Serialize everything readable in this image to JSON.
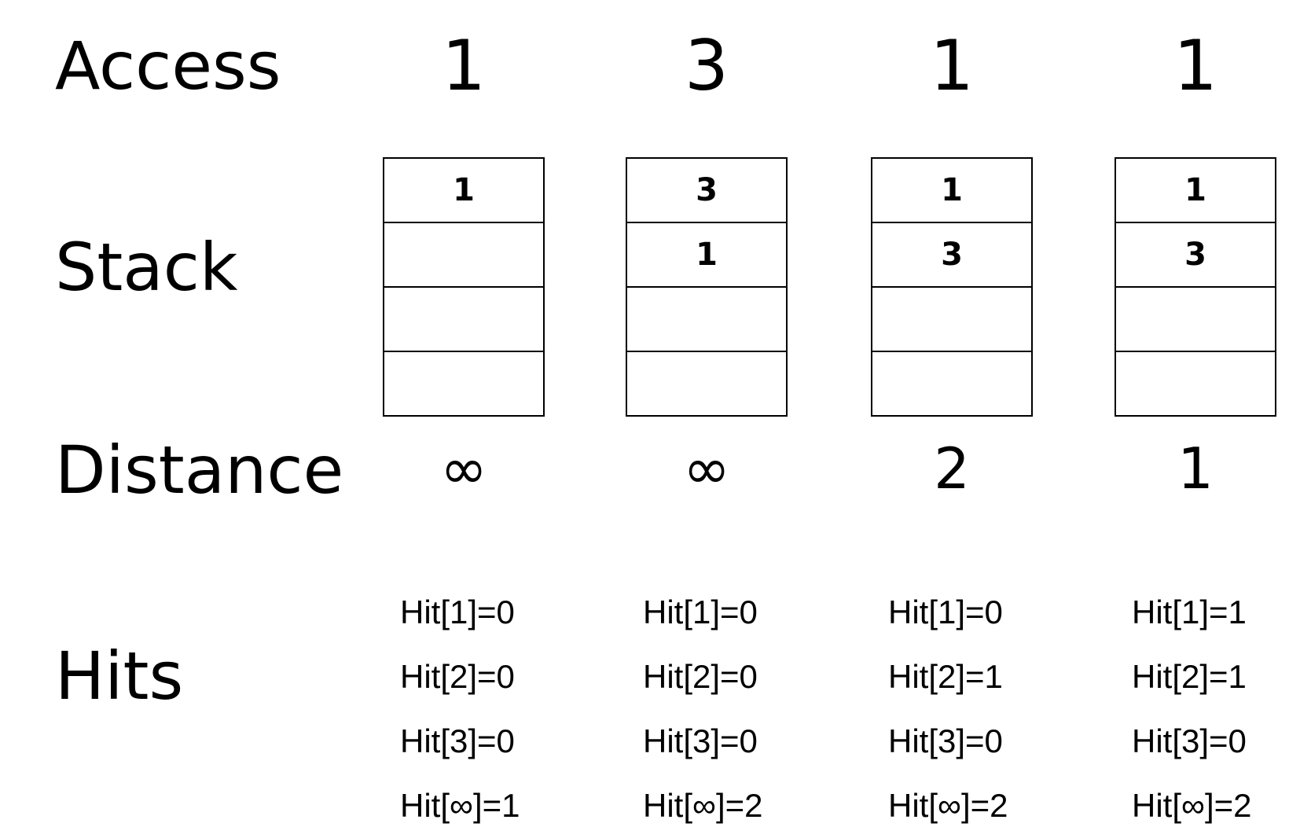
{
  "labels": {
    "access": "Access",
    "stack": "Stack",
    "distance": "Distance",
    "hits": "Hits"
  },
  "columns": [
    {
      "access": "1",
      "stack": [
        "1",
        "",
        "",
        ""
      ],
      "distance": "∞",
      "hits": [
        "Hit[1]=0",
        "Hit[2]=0",
        "Hit[3]=0",
        "Hit[∞]=1"
      ]
    },
    {
      "access": "3",
      "stack": [
        "3",
        "1",
        "",
        ""
      ],
      "distance": "∞",
      "hits": [
        "Hit[1]=0",
        "Hit[2]=0",
        "Hit[3]=0",
        "Hit[∞]=2"
      ]
    },
    {
      "access": "1",
      "stack": [
        "1",
        "3",
        "",
        ""
      ],
      "distance": "2",
      "hits": [
        "Hit[1]=0",
        "Hit[2]=1",
        "Hit[3]=0",
        "Hit[∞]=2"
      ]
    },
    {
      "access": "1",
      "stack": [
        "1",
        "3",
        "",
        ""
      ],
      "distance": "1",
      "hits": [
        "Hit[1]=1",
        "Hit[2]=1",
        "Hit[3]=0",
        "Hit[∞]=2"
      ]
    }
  ]
}
